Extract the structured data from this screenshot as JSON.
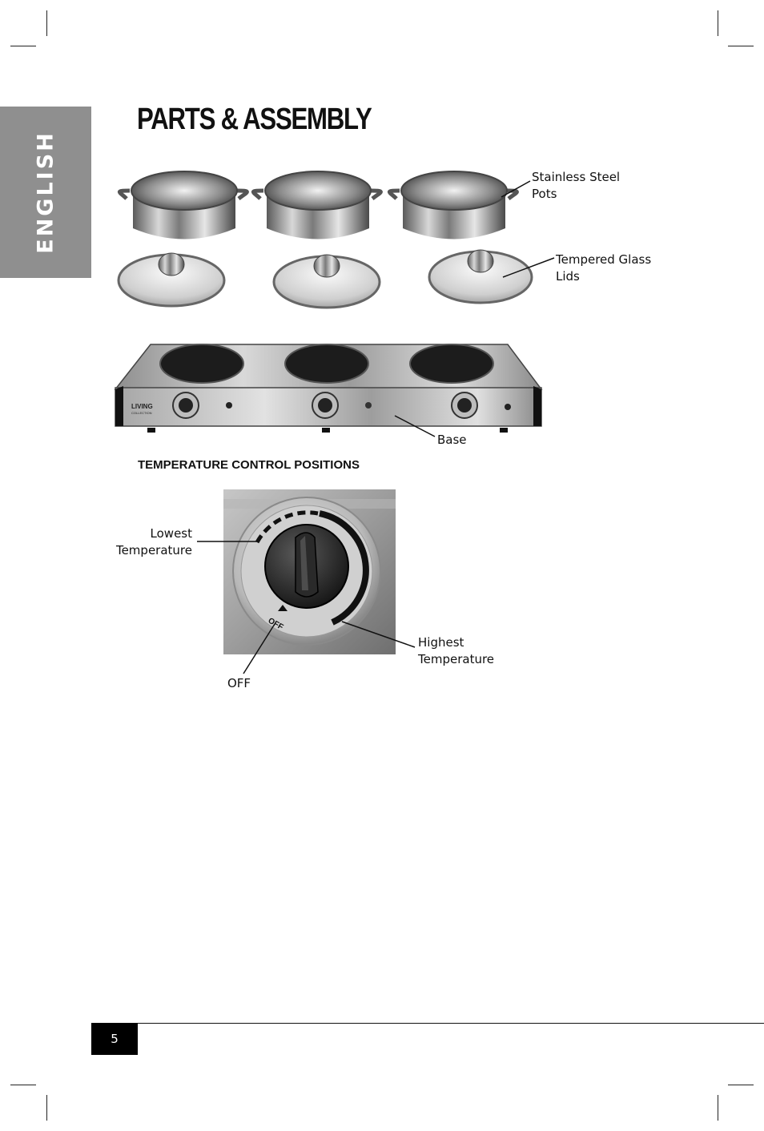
{
  "side_tab": {
    "label": "ENGLISH"
  },
  "page": {
    "title": "PARTS & ASSEMBLY",
    "number": "5"
  },
  "parts": {
    "pots_label_line1": "Stainless Steel",
    "pots_label_line2": "Pots",
    "lids_label_line1": "Tempered Glass",
    "lids_label_line2": "Lids",
    "base_label": "Base",
    "brand_mark_line1": "LIVING",
    "brand_mark_line2": "COLLECTION"
  },
  "temperature": {
    "heading": "TEMPERATURE CONTROL POSITIONS",
    "lowest_line1": "Lowest",
    "lowest_line2": "Temperature",
    "highest_line1": "Highest",
    "highest_line2": "Temperature",
    "off_label": "OFF",
    "knob_off_mark": "OFF"
  },
  "colors": {
    "side_tab": "#8f8f8f",
    "page_number_box": "#000000"
  }
}
